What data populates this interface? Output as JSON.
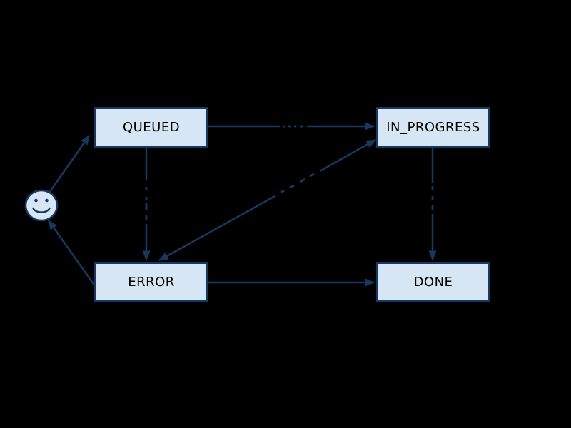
{
  "diagram": {
    "type": "state-machine",
    "colors": {
      "background": "#000000",
      "node_fill": "#d7e6f4",
      "node_border": "#17395f",
      "edge": "#17395f",
      "node_text": "#000000"
    },
    "nodes": {
      "start": {
        "label": "",
        "type": "smiley-face"
      },
      "queued": {
        "label": "QUEUED"
      },
      "in_progress": {
        "label": "IN_PROGRESS"
      },
      "error": {
        "label": "ERROR"
      },
      "done": {
        "label": "DONE"
      }
    },
    "edges": [
      {
        "from": "start",
        "to": "queued"
      },
      {
        "from": "queued",
        "to": "in_progress"
      },
      {
        "from": "queued",
        "to": "error"
      },
      {
        "from": "in_progress",
        "to": "error"
      },
      {
        "from": "error",
        "to": "in_progress"
      },
      {
        "from": "in_progress",
        "to": "done"
      },
      {
        "from": "error",
        "to": "done"
      },
      {
        "from": "error",
        "to": "start"
      }
    ]
  }
}
